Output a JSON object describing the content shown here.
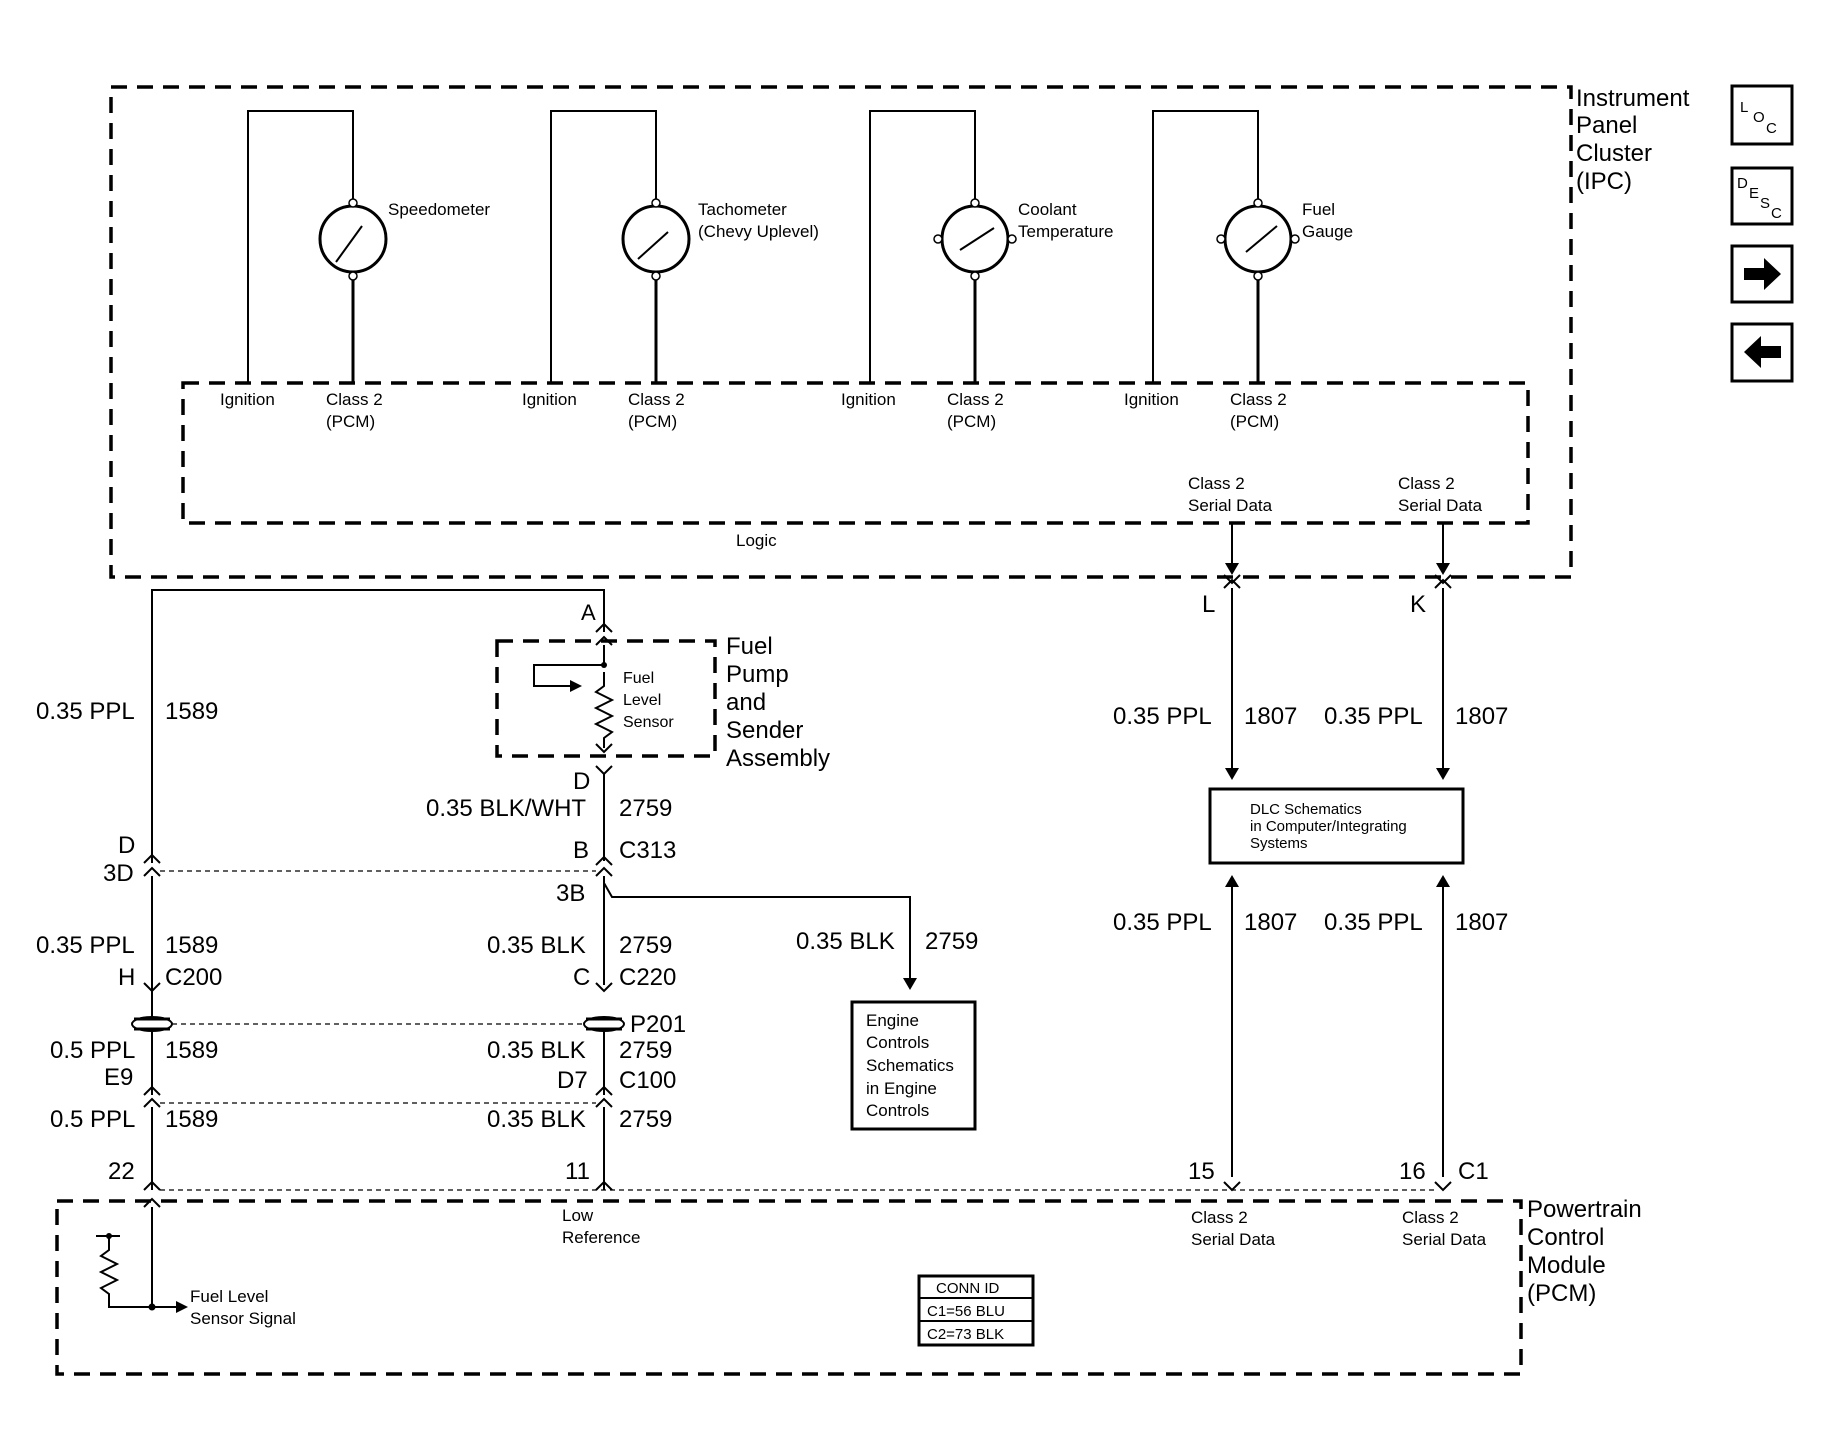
{
  "ipc": {
    "title": [
      "Instrument",
      "Panel",
      "Cluster",
      "(IPC)"
    ],
    "logic_label": "Logic",
    "gauges": [
      {
        "name_lines": [
          "Speedometer"
        ],
        "ignition": "Ignition",
        "class2": [
          "Class 2",
          "(PCM)"
        ]
      },
      {
        "name_lines": [
          "Tachometer",
          "(Chevy Uplevel)"
        ],
        "ignition": "Ignition",
        "class2": [
          "Class 2",
          "(PCM)"
        ]
      },
      {
        "name_lines": [
          "Coolant",
          "Temperature"
        ],
        "ignition": "Ignition",
        "class2": [
          "Class 2",
          "(PCM)"
        ]
      },
      {
        "name_lines": [
          "Fuel",
          "Gauge"
        ],
        "ignition": "Ignition",
        "class2": [
          "Class 2",
          "(PCM)"
        ]
      }
    ],
    "serial_data": [
      {
        "lines": [
          "Class 2",
          "Serial Data"
        ],
        "pin": "L"
      },
      {
        "lines": [
          "Class 2",
          "Serial Data"
        ],
        "pin": "K"
      }
    ]
  },
  "nav": {
    "loc": "LOC",
    "desc": "DESC",
    "next_icon": "arrow-right-icon",
    "prev_icon": "arrow-left-icon"
  },
  "fuel_pump": {
    "title": [
      "Fuel",
      "Pump",
      "and",
      "Sender",
      "Assembly"
    ],
    "sensor": [
      "Fuel",
      "Level",
      "Sensor"
    ],
    "pin_top": "A",
    "pin_bottom": "D"
  },
  "wires": {
    "left_1": {
      "gauge": "0.35 PPL",
      "circuit": "1589"
    },
    "left_2": {
      "gauge": "0.35 PPL",
      "circuit": "1589"
    },
    "left_3": {
      "gauge": "0.5 PPL",
      "circuit": "1589"
    },
    "left_4": {
      "gauge": "0.5 PPL",
      "circuit": "1589"
    },
    "mid_1": {
      "gauge": "0.35 BLK/WHT",
      "circuit": "2759"
    },
    "mid_2": {
      "gauge": "0.35 BLK",
      "circuit": "2759"
    },
    "mid_3": {
      "gauge": "0.35 BLK",
      "circuit": "2759"
    },
    "mid_4": {
      "gauge": "0.35 BLK",
      "circuit": "2759"
    },
    "branch": {
      "gauge": "0.35 BLK",
      "circuit": "2759"
    },
    "dlc_top_l": {
      "gauge": "0.35 PPL",
      "circuit": "1807"
    },
    "dlc_top_k": {
      "gauge": "0.35 PPL",
      "circuit": "1807"
    },
    "dlc_bot_l": {
      "gauge": "0.35 PPL",
      "circuit": "1807"
    },
    "dlc_bot_k": {
      "gauge": "0.35 PPL",
      "circuit": "1807"
    }
  },
  "connectors": {
    "c313": {
      "name": "C313",
      "left_pin": "D",
      "left_pin2": "3D",
      "right_pin": "B",
      "right_pin2": "3B"
    },
    "c200": {
      "name": "C200",
      "pin": "H"
    },
    "c220": {
      "name": "C220",
      "pin": "C"
    },
    "p201": {
      "name": "P201"
    },
    "c100": {
      "name": "C100",
      "left_pin": "E9",
      "right_pin": "D7"
    },
    "pcm_pins": {
      "p22": "22",
      "p11": "11",
      "p15": "15",
      "p16": "16",
      "c1": "C1"
    }
  },
  "dlc_box": {
    "lines": [
      "DLC Schematics",
      "in Computer/Integrating",
      "Systems"
    ]
  },
  "engine_box": {
    "lines": [
      "Engine",
      "Controls",
      "Schematics",
      "in Engine",
      "Controls"
    ]
  },
  "pcm": {
    "title": [
      "Powertrain",
      "Control",
      "Module",
      "(PCM)"
    ],
    "low_ref": [
      "Low",
      "Reference"
    ],
    "serial_15": [
      "Class 2",
      "Serial Data"
    ],
    "serial_16": [
      "Class 2",
      "Serial Data"
    ],
    "sensor_signal": [
      "Fuel Level",
      "Sensor Signal"
    ],
    "conn_id_title": "CONN ID",
    "conn_id_rows": [
      "C1=56 BLU",
      "C2=73 BLK"
    ]
  }
}
